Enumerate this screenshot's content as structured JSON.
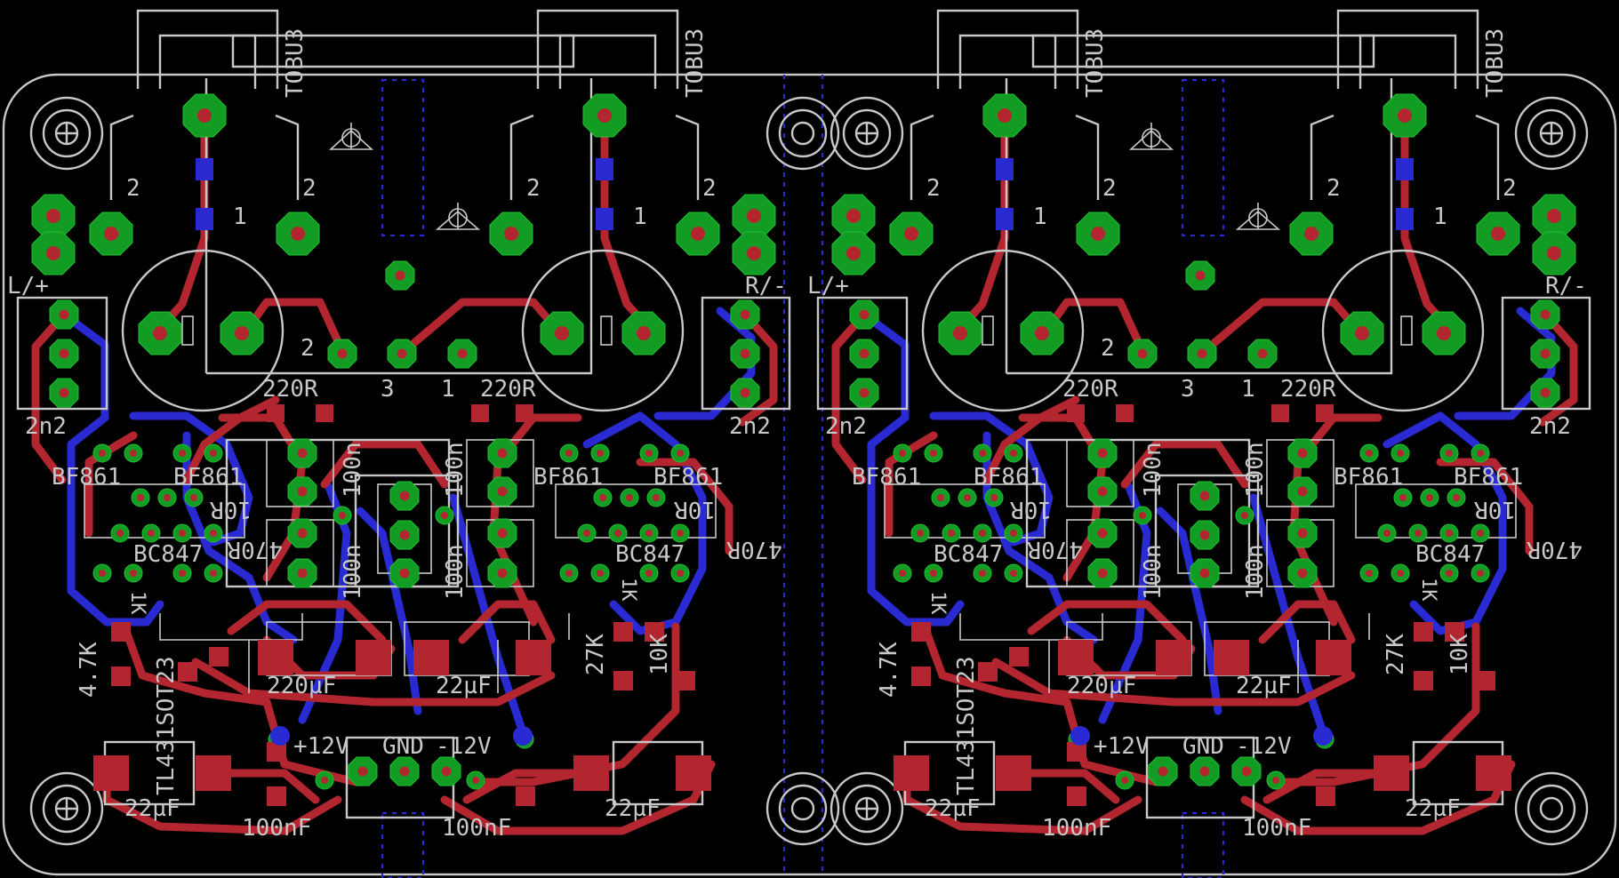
{
  "board": {
    "colors": {
      "background": "#000000",
      "silkscreen": "#c8c8c8",
      "top_copper": "#b3262f",
      "bottom_copper": "#2a2ad2",
      "pad": "#139c23"
    }
  },
  "channels": [
    {
      "connector_in": "L/+",
      "connector_out": "R/-",
      "tubes": [
        "TOBU3",
        "TOBU3"
      ],
      "tube_pins": [
        "2",
        "2",
        "1",
        "2",
        "2",
        "1"
      ],
      "pot_pins": [
        "2",
        "3",
        "1"
      ],
      "resistors_220": [
        "220R",
        "220R"
      ],
      "caps_2n2": [
        "2n2",
        "2n2"
      ],
      "fets": [
        "BF861",
        "BF861",
        "BF861",
        "BF861"
      ],
      "transistors": [
        "BC847",
        "BC847"
      ],
      "caps_100n": [
        "100n",
        "100n",
        "100n",
        "100n"
      ],
      "res_10": [
        "10R",
        "10R"
      ],
      "res_470": [
        "470R",
        "470R"
      ],
      "res_4k7": "4.7K",
      "res_27k": "27K",
      "res_10k": "10K",
      "res_1k": [
        "1K",
        "1K"
      ],
      "reg_ic": "TL431SOT23",
      "caps_220u": "220µF",
      "caps_22u": [
        "22µF",
        "22µF",
        "22µF"
      ],
      "caps_100nf": [
        "100nF",
        "100nF"
      ],
      "power_labels": [
        "+12V",
        "GND",
        "-12V"
      ]
    }
  ]
}
